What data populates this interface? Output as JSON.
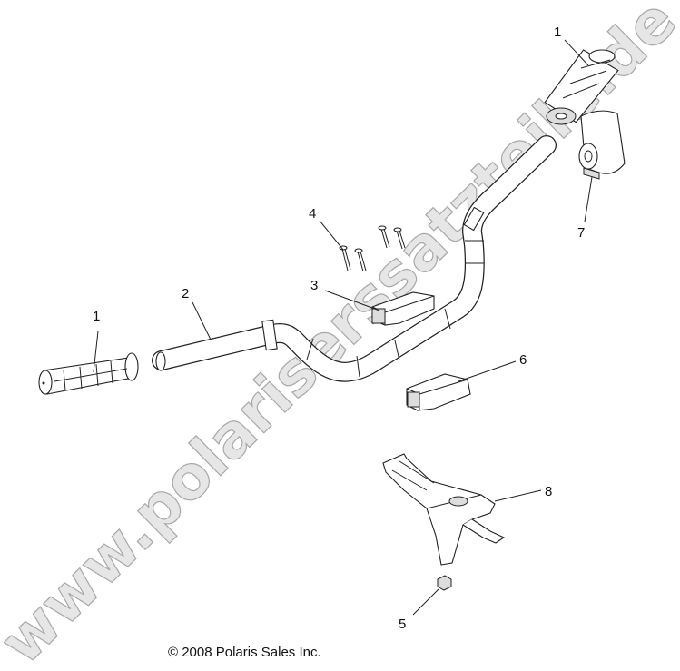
{
  "diagram": {
    "watermark": "www.polariserssatzteile.de",
    "copyright": "© 2008 Polaris Sales Inc.",
    "callouts": [
      {
        "number": "1",
        "part": "grip-left"
      },
      {
        "number": "1",
        "part": "grip-right"
      },
      {
        "number": "2",
        "part": "handlebar"
      },
      {
        "number": "3",
        "part": "upper-clamp"
      },
      {
        "number": "4",
        "part": "bolts"
      },
      {
        "number": "5",
        "part": "nut"
      },
      {
        "number": "6",
        "part": "lower-clamp"
      },
      {
        "number": "7",
        "part": "handlebar-pad"
      },
      {
        "number": "8",
        "part": "mounting-bracket"
      }
    ]
  }
}
